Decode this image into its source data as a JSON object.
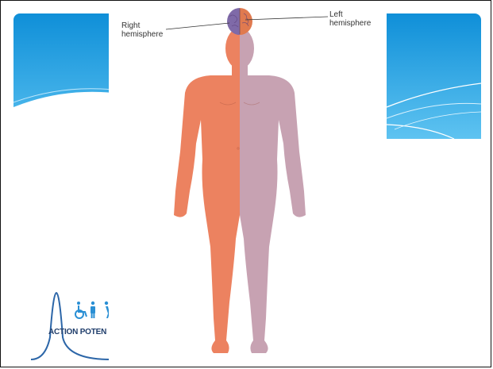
{
  "diagram": {
    "labels": {
      "right": {
        "line1": "Right",
        "line2": "hemisphere"
      },
      "left": {
        "line1": "Left",
        "line2": "hemisphere"
      }
    },
    "colors": {
      "right_side": "#ec8260",
      "left_side": "#c7a2b2",
      "brain_right": "#7f6aa8",
      "brain_left": "#e07a4f"
    }
  },
  "logo": {
    "text": "ACTION POTEN",
    "icons": [
      "wheelchair-icon",
      "person-icon"
    ]
  },
  "theme": {
    "banner_color": "#1a9be0"
  }
}
